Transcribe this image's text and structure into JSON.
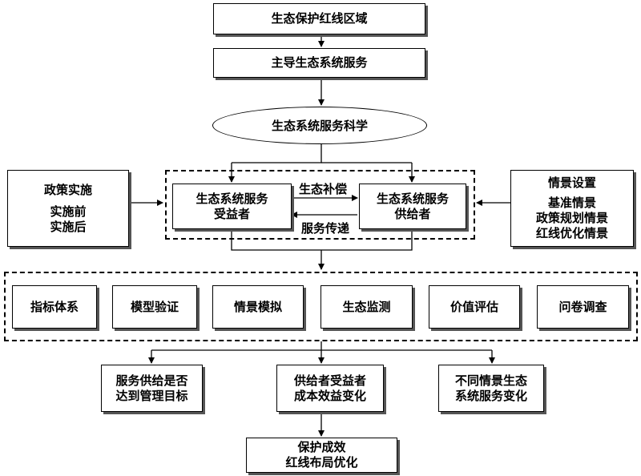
{
  "top": {
    "region": "生态保护红线区域",
    "dominant_service": "主导生态系统服务",
    "science": "生态系统服务科学"
  },
  "policy": {
    "title": "政策实施",
    "items": [
      "实施前",
      "实施后"
    ]
  },
  "core": {
    "beneficiary": [
      "生态系统服务",
      "受益者"
    ],
    "supplier": [
      "生态系统服务",
      "供给者"
    ],
    "compensation": "生态补偿",
    "transmission": "服务传递"
  },
  "scenario": {
    "title": "情景设置",
    "items": [
      "基准情景",
      "政策规划情景",
      "红线优化情景"
    ]
  },
  "methods": [
    "指标体系",
    "模型验证",
    "情景模拟",
    "生态监测",
    "价值评估",
    "问卷调查"
  ],
  "outcomes": [
    [
      "服务供给是否",
      "达到管理目标"
    ],
    [
      "供给者受益者",
      "成本效益变化"
    ],
    [
      "不同情景生态",
      "系统服务变化"
    ]
  ],
  "final": [
    "保护成效",
    "红线布局优化"
  ]
}
